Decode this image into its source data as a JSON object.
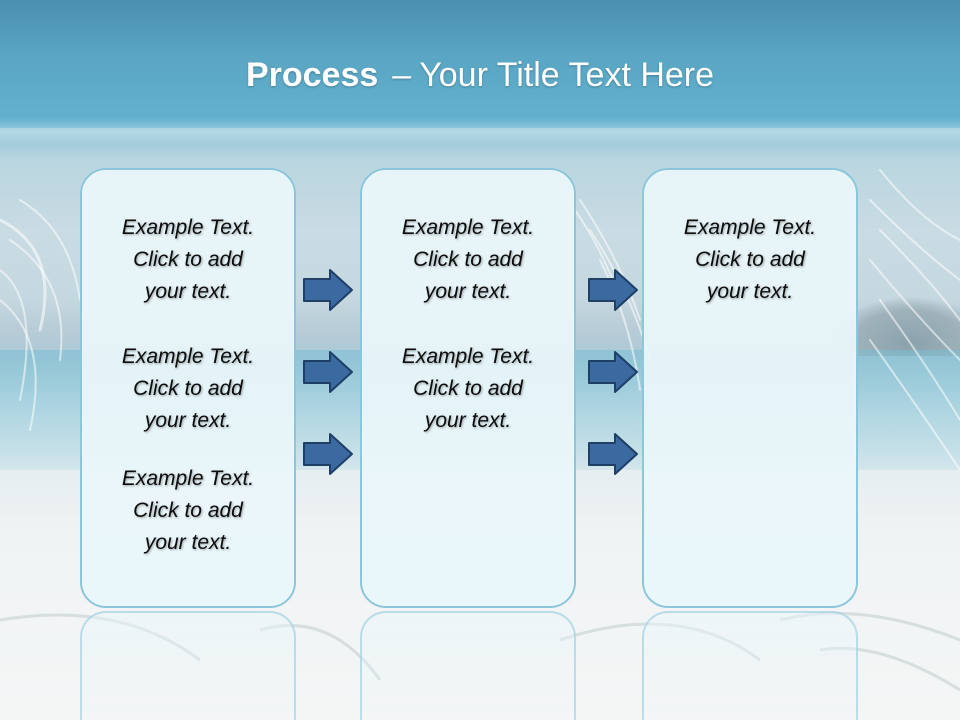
{
  "title": {
    "bold": "Process",
    "separator": "–",
    "rest": "Your Title Text Here"
  },
  "columns": [
    {
      "blocks": [
        {
          "line1": "Example Text.",
          "line2": "Click  to add",
          "line3": "your text."
        },
        {
          "line1": "Example Text.",
          "line2": "Click  to add",
          "line3": "your text."
        },
        {
          "line1": "Example Text.",
          "line2": "Click  to add",
          "line3": "your text."
        }
      ]
    },
    {
      "blocks": [
        {
          "line1": "Example Text.",
          "line2": "Click  to add",
          "line3": "your text."
        },
        {
          "line1": "Example Text.",
          "line2": "Click  to add",
          "line3": "your text."
        }
      ]
    },
    {
      "blocks": [
        {
          "line1": "Example Text.",
          "line2": "Click  to add",
          "line3": "your text."
        }
      ]
    }
  ],
  "icons": {
    "arrow": "right-arrow-icon"
  },
  "colors": {
    "arrow_fill": "#3a6aa0",
    "arrow_stroke": "#1f3f66",
    "panel_border": "#8cc6dc",
    "panel_fill": "#eaf6fa",
    "title_text": "#ffffff"
  }
}
